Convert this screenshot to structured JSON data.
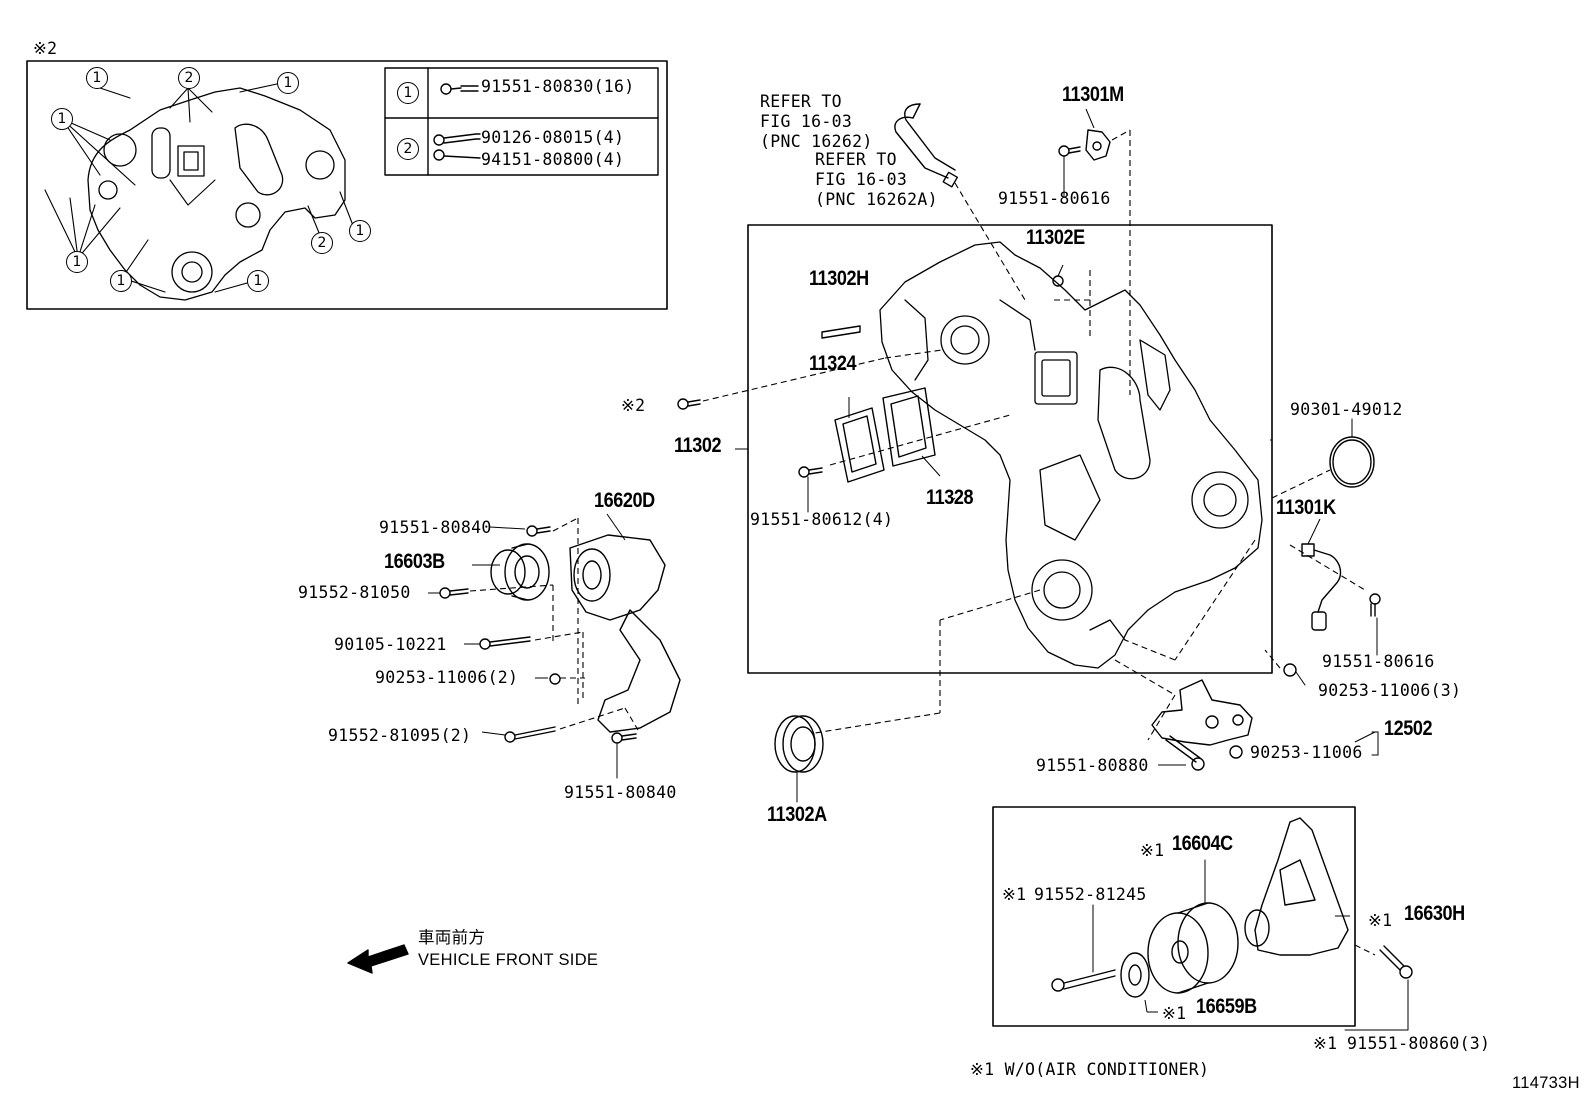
{
  "figure_id": "114733H",
  "inset": {
    "mark": "※2",
    "legend": [
      {
        "key": "1",
        "parts": [
          "91551-80830(16)"
        ]
      },
      {
        "key": "2",
        "parts": [
          "90126-08015(4)",
          "94151-80800(4)"
        ]
      }
    ],
    "callouts": [
      "1",
      "2",
      "1",
      "1",
      "2",
      "1",
      "1",
      "1",
      "1"
    ]
  },
  "refer1": {
    "line1": "REFER TO",
    "line2": "FIG 16-03",
    "line3": "(PNC 16262)"
  },
  "refer2": {
    "line1": "REFER TO",
    "line2": "FIG 16-03",
    "line3": "(PNC 16262A)"
  },
  "parts": {
    "p11301M": "11301M",
    "p91551_80616_top": "91551-80616",
    "p11302E": "11302E",
    "p11302H": "11302H",
    "p11324": "11324",
    "mark2": "※2",
    "p11302": "11302",
    "p11328": "11328",
    "p91551_80612": "91551-80612(4)",
    "p90301_49012": "90301-49012",
    "p11301K": "11301K",
    "p91551_80616_right": "91551-80616",
    "p90253_11006_3": "90253-11006(3)",
    "p12502": "12502",
    "p90253_11006": "90253-11006",
    "p91551_80880": "91551-80880",
    "p11302A": "11302A",
    "p16620D": "16620D",
    "p91551_80840_top": "91551-80840",
    "p16603B": "16603B",
    "p91552_81050": "91552-81050",
    "p90105_10221": "90105-10221",
    "p90253_11006_2": "90253-11006(2)",
    "p91552_81095": "91552-81095(2)",
    "p91551_80840_bottom": "91551-80840"
  },
  "ac_box": {
    "mark": "※1",
    "p16604C": "16604C",
    "p91552_81245": "91552-81245",
    "p16630H": "16630H",
    "p16659B": "16659B",
    "p91551_80860": "91551-80860(3)"
  },
  "footnote": "※1 W/O(AIR CONDITIONER)",
  "vehicle_front": {
    "jp": "車両前方",
    "en": "VEHICLE FRONT SIDE"
  }
}
